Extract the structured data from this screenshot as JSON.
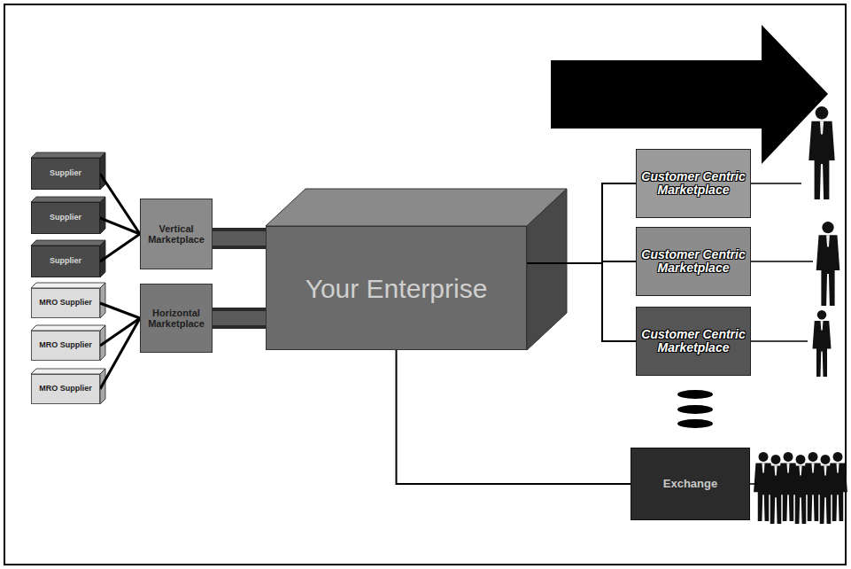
{
  "diagram": {
    "nodes": [
      {
        "text": [
          "Supplier"
        ]
      },
      {
        "text": [
          "Supplier"
        ]
      },
      {
        "text": [
          "Supplier"
        ]
      },
      {
        "text": [
          "MRO Supplier"
        ]
      },
      {
        "text": [
          "MRO Supplier"
        ]
      },
      {
        "text": [
          "MRO Supplier"
        ]
      },
      {
        "text": [
          "Vertical Marketplace"
        ]
      },
      {
        "text": [
          "Horizontal Marketplace"
        ]
      },
      {
        "text": [
          "Your Enterprise"
        ]
      },
      {
        "text": [
          "Customer Centric Marketplace"
        ]
      },
      {
        "text": [
          "Customer Centric Marketplace"
        ]
      },
      {
        "text": [
          "Customer Centric Marketplace"
        ]
      },
      {
        "text": [
          "Exchange"
        ]
      }
    ],
    "edges": [
      {
        "from": 0,
        "to": 6,
        "arrow": "none"
      },
      {
        "from": 1,
        "to": 6,
        "arrow": "none"
      },
      {
        "from": 2,
        "to": 6,
        "arrow": "none"
      },
      {
        "from": 3,
        "to": 7,
        "arrow": "none"
      },
      {
        "from": 4,
        "to": 7,
        "arrow": "none"
      },
      {
        "from": 5,
        "to": 7,
        "arrow": "none"
      },
      {
        "from": 6,
        "to": 8,
        "arrow": "none"
      },
      {
        "from": 7,
        "to": 8,
        "arrow": "none"
      },
      {
        "from": 8,
        "to": 9,
        "arrow": "none"
      },
      {
        "from": 8,
        "to": 10,
        "arrow": "none"
      },
      {
        "from": 8,
        "to": 11,
        "arrow": "none"
      },
      {
        "from": 8,
        "to": 12,
        "arrow": "none"
      }
    ]
  }
}
